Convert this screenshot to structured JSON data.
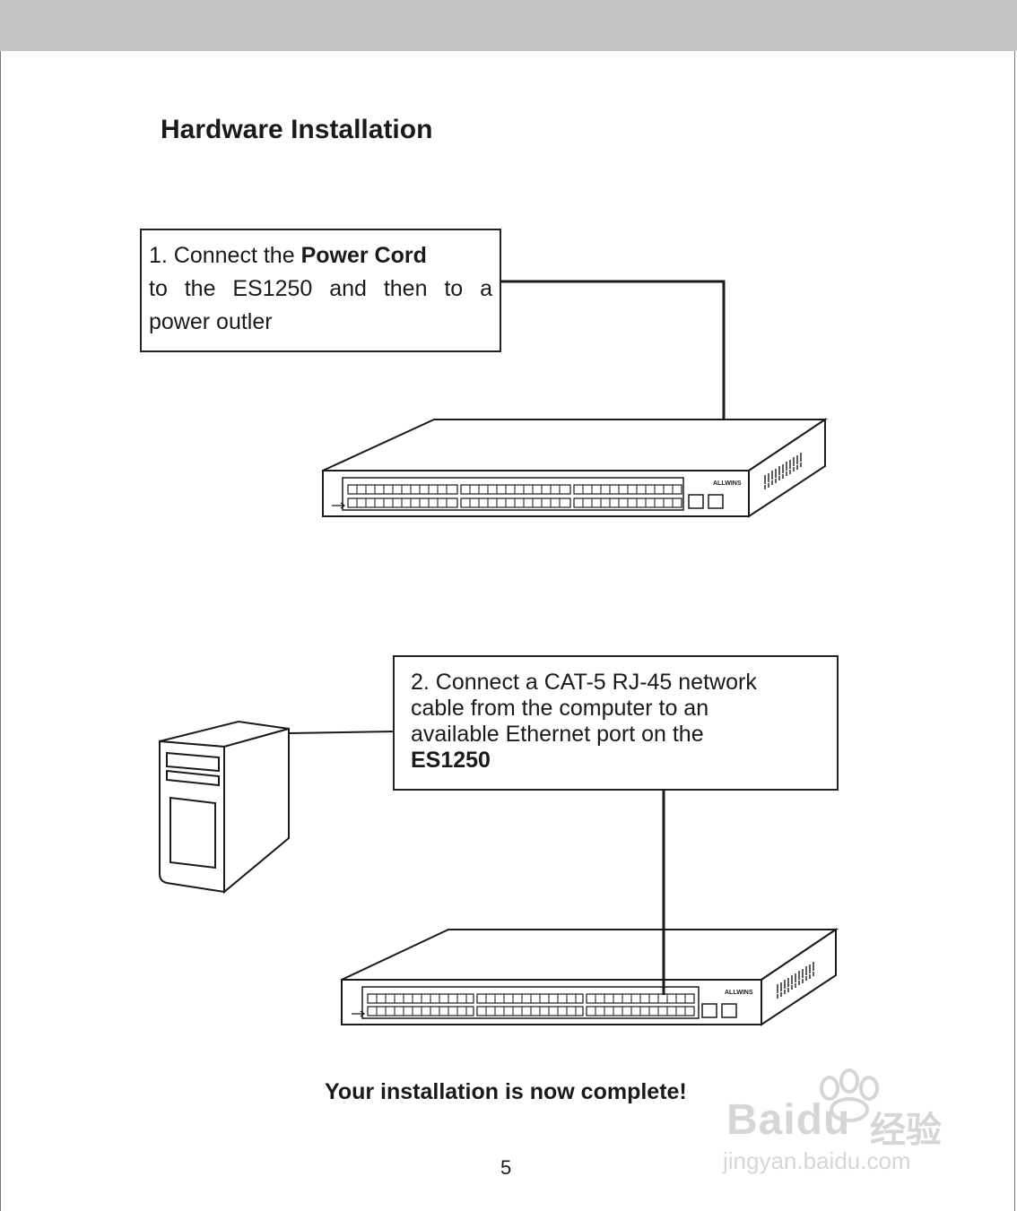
{
  "page": {
    "title": "Hardware Installation",
    "page_number": "5",
    "completion": "Your installation is now complete!"
  },
  "step1": {
    "line1_pre": "1. Connect  the",
    "line1_bold": "Power  Cord",
    "line2_words": [
      "to",
      "the",
      "ES1250",
      "and",
      "then",
      "to",
      "a"
    ],
    "line3": "power  outler"
  },
  "step2": {
    "line1": "2. Connect  a  CAT-5  RJ-45  network",
    "line2": "cable  from  the  computer  to  an",
    "line3": "available  Ethernet  port  on  the",
    "line4_bold": "ES1250"
  },
  "device": {
    "brand": "ALLWINS"
  },
  "watermark": {
    "brand": "Baidu",
    "cn": "经验",
    "url": "jingyan.baidu.com"
  },
  "colors": {
    "top_bar": "#c4c4c4",
    "ink": "#1a1a1a"
  }
}
